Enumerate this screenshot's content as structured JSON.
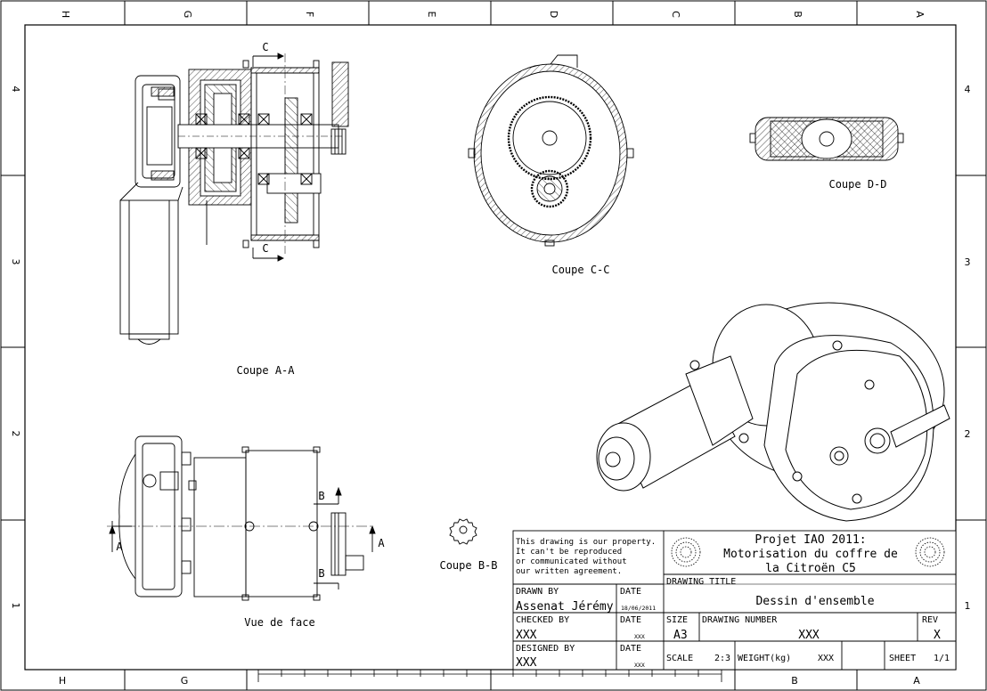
{
  "frame": {
    "columns_top": [
      "H",
      "G",
      "F",
      "E",
      "D",
      "C",
      "B",
      "A"
    ],
    "columns_bottom": [
      "H",
      "G",
      "B",
      "A"
    ],
    "rows": [
      "4",
      "3",
      "2",
      "1"
    ]
  },
  "views": {
    "section_aa": "Coupe A-A",
    "section_cc": "Coupe C-C",
    "section_dd": "Coupe D-D",
    "section_bb": "Coupe B-B",
    "front_view": "Vue de face"
  },
  "markers": {
    "c": "C",
    "b": "B",
    "a": "A"
  },
  "title_block": {
    "notice": [
      "This drawing is our property.",
      "It can't be reproduced",
      "or communicated without",
      "our written agreement."
    ],
    "project": [
      "Projet IAO 2011:",
      "Motorisation du coffre de",
      "la Citroën C5"
    ],
    "drawn_by_label": "DRAWN BY",
    "drawn_by_value": "Assenat Jérémy",
    "date_label": "DATE",
    "drawn_date": "18/06/2011",
    "checked_by_label": "CHECKED BY",
    "checked_by_value": "XXX",
    "checked_date": "XXX",
    "designed_by_label": "DESIGNED BY",
    "designed_by_value": "XXX",
    "designed_date": "XXX",
    "drawing_title_label": "DRAWING TITLE",
    "drawing_title_value": "Dessin d'ensemble",
    "size_label": "SIZE",
    "size_value": "A3",
    "drawing_number_label": "DRAWING NUMBER",
    "drawing_number_value": "XXX",
    "rev_label": "REV",
    "rev_value": "X",
    "scale_label": "SCALE",
    "scale_value": "2:3",
    "weight_label": "WEIGHT(kg)",
    "weight_value": "XXX",
    "sheet_label": "SHEET",
    "sheet_value": "1/1"
  }
}
